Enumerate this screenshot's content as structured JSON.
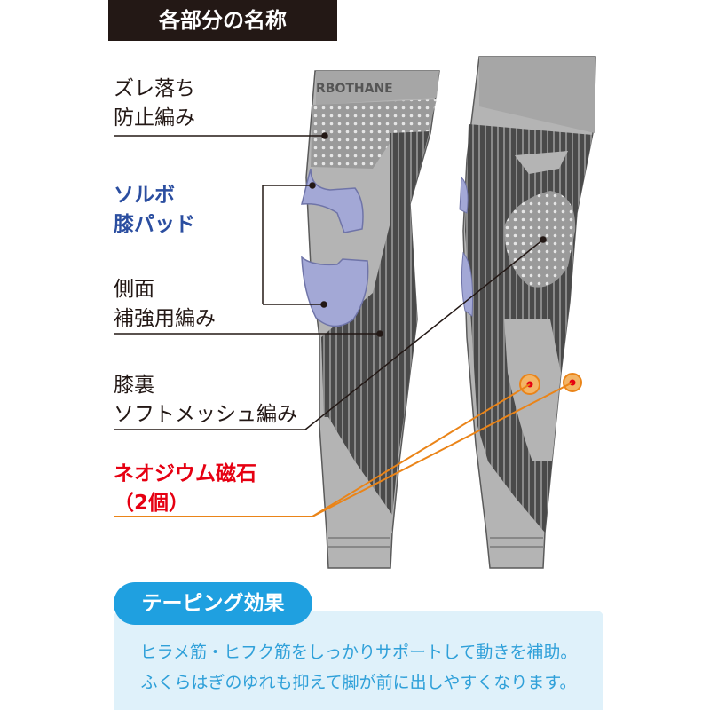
{
  "title": "各部分の名称",
  "brand_text": "RBOTHANE",
  "labels": {
    "slip_prevention": [
      "ズレ落ち",
      "防止編み"
    ],
    "knee_pad": [
      "ソルボ",
      "膝パッド"
    ],
    "side_reinforce": [
      "側面",
      "補強用編み"
    ],
    "knee_back": [
      "膝裏",
      "ソフトメッシュ編み"
    ],
    "magnet": [
      "ネオジウム磁石",
      "（2個）"
    ]
  },
  "taping": {
    "heading": "テーピング効果",
    "lines": [
      "ヒラメ筋・ヒフク筋をしっかりサポートして動きを補助。",
      "ふくらはぎのゆれも抑えて脚が前に出しやすくなります。"
    ]
  },
  "colors": {
    "title_bg": "#231815",
    "blue_label": "#2b4ea0",
    "red_label": "#e60012",
    "pad": "#a3a8d6",
    "magnet_line": "#ea8418",
    "taping_pill": "#1fa0e0",
    "taping_bg": "#dff1fa"
  }
}
